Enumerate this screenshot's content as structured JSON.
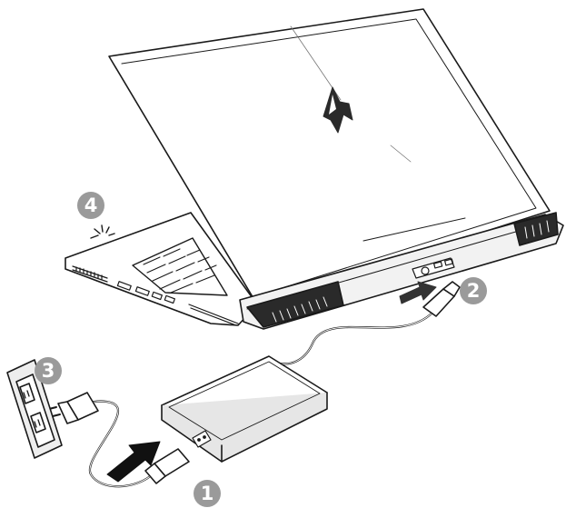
{
  "steps": [
    {
      "number": "1",
      "label": "connect-power-cord-to-adapter"
    },
    {
      "number": "2",
      "label": "plug-adapter-into-laptop"
    },
    {
      "number": "3",
      "label": "plug-cord-into-wall-outlet"
    },
    {
      "number": "4",
      "label": "press-power-button"
    }
  ],
  "colors": {
    "line": "#1a1a1a",
    "badge": "#9a9a9a",
    "arrow": "#111111",
    "shade": "#e6e6e6"
  },
  "icons": [
    "laptop",
    "aorus-eagle-logo",
    "power-adapter",
    "power-cord",
    "wall-outlet",
    "power-plug",
    "insert-arrow",
    "power-glow"
  ]
}
